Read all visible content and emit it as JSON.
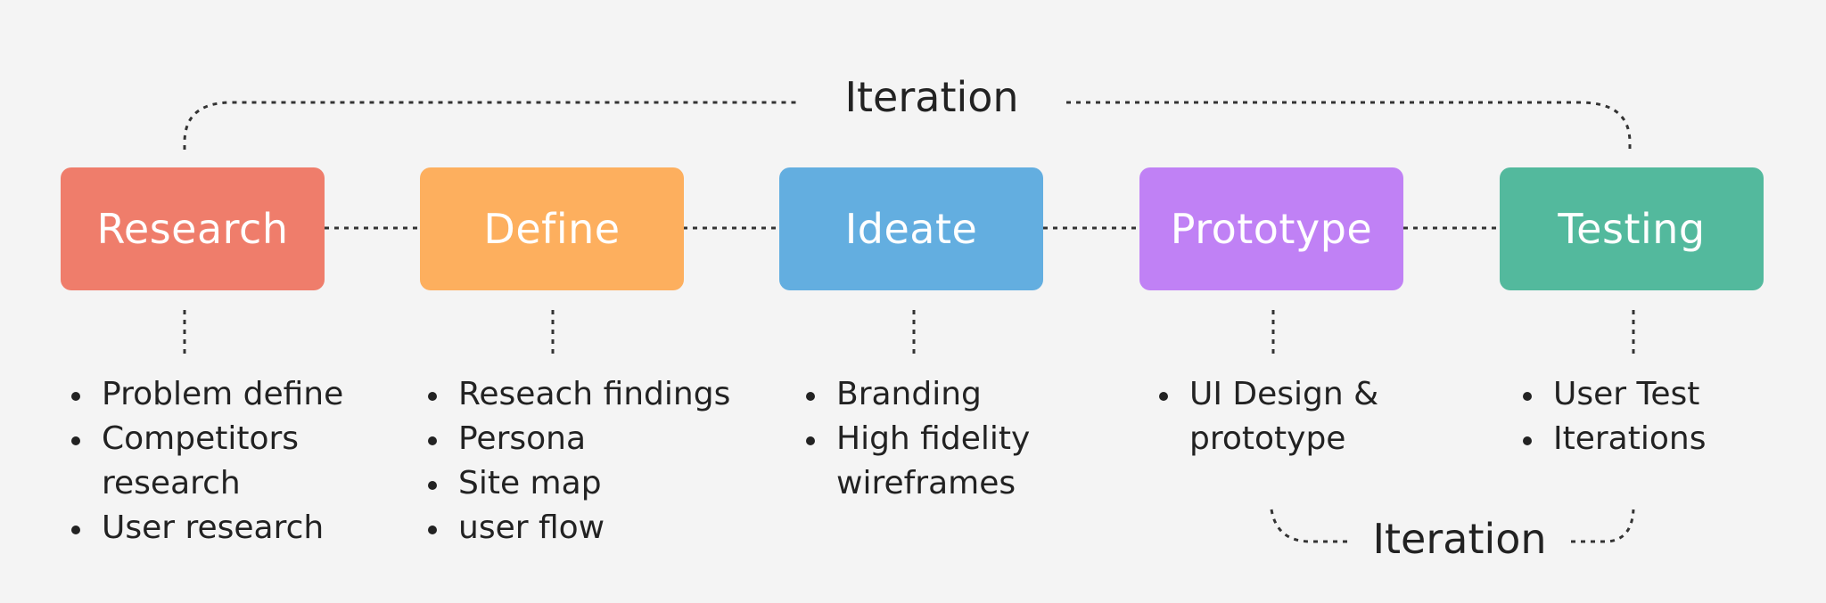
{
  "top_iteration": "Iteration",
  "bottom_iteration": "Iteration",
  "stages": [
    {
      "label": "Research",
      "color": "#ef7d6b",
      "items": [
        "Problem define",
        "Competitors",
        "research",
        "User research"
      ]
    },
    {
      "label": "Define",
      "color": "#fdaf5e",
      "items": [
        "Reseach findings",
        "Persona",
        "Site map",
        "user flow"
      ]
    },
    {
      "label": "Ideate",
      "color": "#63aee0",
      "items": [
        "Branding",
        "High fidelity",
        "wireframes"
      ]
    },
    {
      "label": "Prototype",
      "color": "#c081f5",
      "items": [
        "UI Design &",
        "prototype"
      ]
    },
    {
      "label": "Testing",
      "color": "#53b99d",
      "items": [
        "User Test",
        "Iterations"
      ]
    }
  ]
}
